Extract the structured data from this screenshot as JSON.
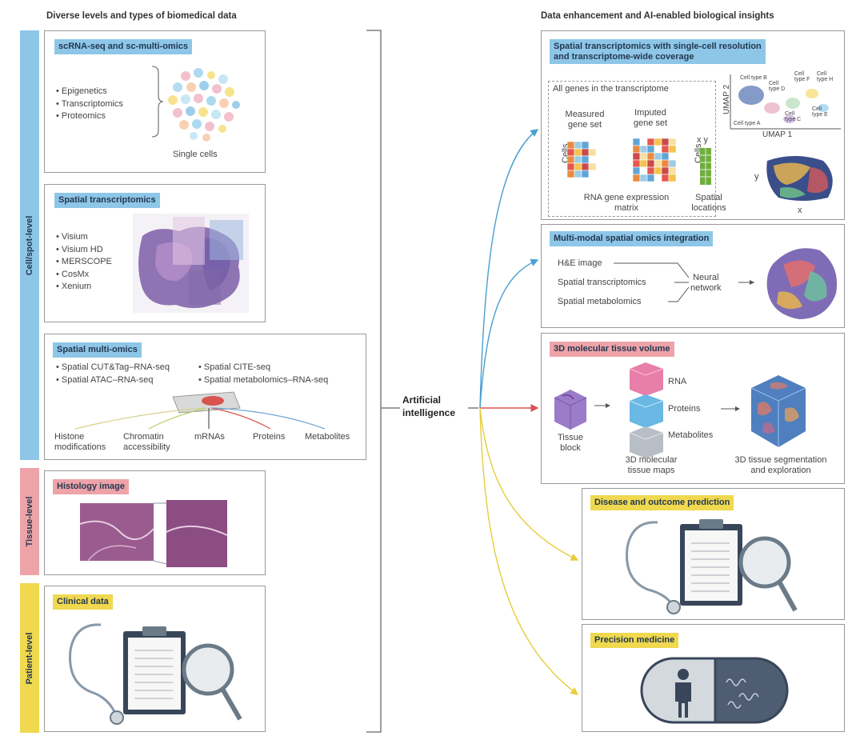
{
  "headers": {
    "left": "Diverse levels and types of biomedical data",
    "right": "Data enhancement and AI-enabled biological insights"
  },
  "side_labels": {
    "cell": "Cell/spot-level",
    "tissue": "Tissue-level",
    "patient": "Patient-level"
  },
  "center": {
    "line1": "Artificial",
    "line2": "intelligence"
  },
  "left_panels": {
    "scrna": {
      "title": "scRNA-seq and sc-multi-omics",
      "items": [
        "Epigenetics",
        "Transcriptomics",
        "Proteomics"
      ],
      "caption": "Single cells"
    },
    "spatial": {
      "title": "Spatial transcriptomics",
      "items": [
        "Visium",
        "Visium HD",
        "MERSCOPE",
        "CosMx",
        "Xenium"
      ]
    },
    "multi": {
      "title": "Spatial multi-omics",
      "items_col1": [
        "Spatial CUT&Tag–RNA-seq",
        "Spatial ATAC–RNA-seq"
      ],
      "items_col2": [
        "Spatial CITE-seq",
        "Spatial metabolomics–RNA-seq"
      ],
      "layers": {
        "histone1": "Histone",
        "histone2": "modifications",
        "chromatin1": "Chromatin",
        "chromatin2": "accessibility",
        "mrna": "mRNAs",
        "proteins": "Proteins",
        "metabolites": "Metabolites"
      }
    },
    "histology": {
      "title": "Histology image"
    },
    "clinical": {
      "title": "Clinical data"
    }
  },
  "right_panels": {
    "st_sc": {
      "title_line1": "Spatial transcriptomics with single-cell resolution",
      "title_line2": "and transcriptome-wide coverage",
      "all_genes": "All genes in the transcriptome",
      "measured1": "Measured",
      "measured2": "gene set",
      "imputed1": "Imputed",
      "imputed2": "gene set",
      "cells": "Cells",
      "matrix1": "RNA gene expression",
      "matrix2": "matrix",
      "spatial1": "Spatial",
      "spatial2": "locations",
      "xy": "x y",
      "umap1": "UMAP 1",
      "umap2": "UMAP 2",
      "x": "x",
      "y": "y",
      "cell_types": [
        "Cell type B",
        "Cell type D",
        "Cell type F",
        "Cell type H",
        "Cell type A",
        "Cell type C",
        "Cell type E"
      ]
    },
    "multimodal": {
      "title": "Multi-modal spatial omics integration",
      "inputs": [
        "H&E image",
        "Spatial transcriptomics",
        "Spatial metabolomics"
      ],
      "nn1": "Neural",
      "nn2": "network"
    },
    "volume": {
      "title": "3D molecular tissue volume",
      "block1": "Tissue",
      "block2": "block",
      "layers": [
        "RNA",
        "Proteins",
        "Metabolites"
      ],
      "maps1": "3D molecular",
      "maps2": "tissue maps",
      "seg1": "3D tissue segmentation",
      "seg2": "and exploration"
    },
    "disease": {
      "title": "Disease and outcome prediction"
    },
    "precision": {
      "title": "Precision medicine"
    }
  },
  "colors": {
    "blue_tag": "#8ec6e8",
    "pink_tag": "#eea3a9",
    "yellow_tag": "#f0d84f",
    "arrow_blue": "#4a9fd0",
    "arrow_red": "#d9534f",
    "arrow_yellow": "#e8cc3a"
  }
}
